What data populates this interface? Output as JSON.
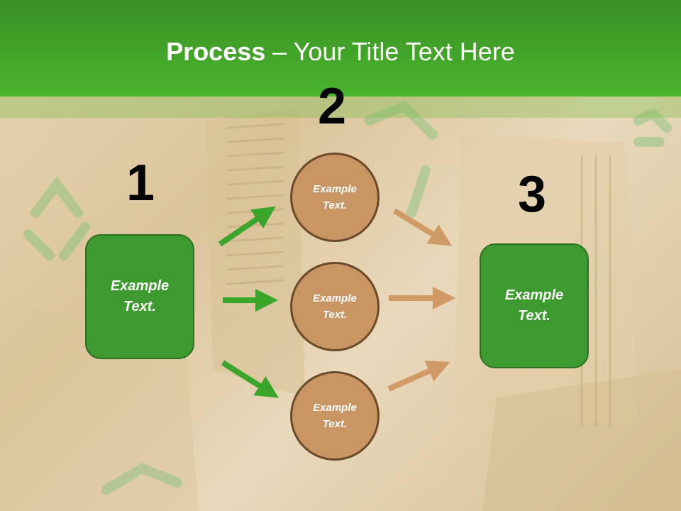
{
  "slide": {
    "title_bold": "Process",
    "title_rest": " – Your Title Text Here"
  },
  "steps": [
    {
      "number": "1",
      "text": "Example Text."
    },
    {
      "number": "2",
      "items": [
        "Example Text.",
        "Example Text.",
        "Example Text."
      ]
    },
    {
      "number": "3",
      "text": "Example Text."
    }
  ],
  "colors": {
    "header_green": "#49b52d",
    "box_green": "#3d9a2e",
    "circle_tan": "#c99563",
    "arrow_green": "#3aa52a",
    "arrow_tan": "#d09a66"
  }
}
